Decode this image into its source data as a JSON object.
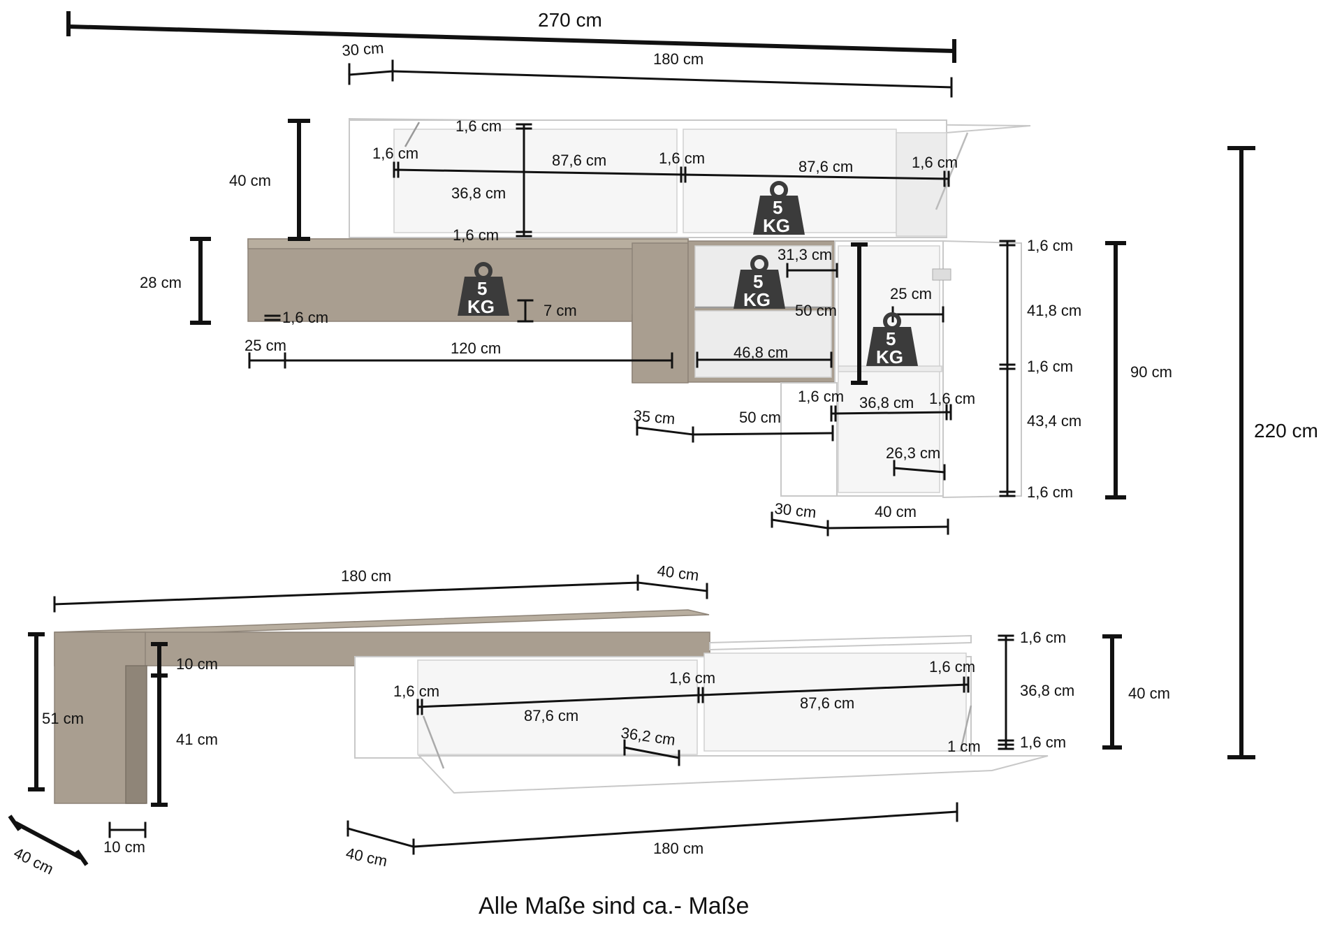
{
  "labels": {
    "w270": "270 cm",
    "w30_top": "30 cm",
    "w180_top": "180 cm",
    "h40_upper": "40 cm",
    "t16_a": "1,6 cm",
    "t16_b": "1,6 cm",
    "w876_a": "87,6 cm",
    "t16_c": "1,6 cm",
    "w876_b": "87,6 cm",
    "t16_d": "1,6 cm",
    "h368_upper": "36,8 cm",
    "t16_e": "1,6 cm",
    "h28": "28 cm",
    "t16_f": "1,6 cm",
    "h7": "7 cm",
    "w25_shelf": "25 cm",
    "w120": "120 cm",
    "w313": "31,3 cm",
    "h50": "50 cm",
    "w25_inner": "25 cm",
    "w468": "46,8 cm",
    "t16_g": "1,6 cm",
    "w368_mid": "36,8 cm",
    "t16_h": "1,6 cm",
    "w35": "35 cm",
    "w50": "50 cm",
    "w263": "26,3 cm",
    "w30_mid": "30 cm",
    "w40_mid": "40 cm",
    "r16_a": "1,6 cm",
    "r418": "41,8 cm",
    "r16_b": "1,6 cm",
    "r434": "43,4 cm",
    "r16_c": "1,6 cm",
    "h90": "90 cm",
    "h220": "220 cm",
    "w180_bench": "180 cm",
    "w40_bench": "40 cm",
    "h51": "51 cm",
    "h10": "10 cm",
    "h41": "41 cm",
    "b16_left": "1,6 cm",
    "b876_a": "87,6 cm",
    "b16_mid": "1,6 cm",
    "b876_b": "87,6 cm",
    "b16_right": "1,6 cm",
    "b362": "36,2 cm",
    "b1": "1 cm",
    "br16_a": "1,6 cm",
    "br368": "36,8 cm",
    "br16_b": "1,6 cm",
    "br40": "40 cm",
    "d40_left": "40 cm",
    "d10": "10 cm",
    "d40_bottom": "40 cm",
    "w180_bottom": "180 cm",
    "footer": "Alle Maße sind ca.- Maße"
  },
  "weights": {
    "num": "5",
    "unit": "KG"
  },
  "colors": {
    "line": "#111111",
    "oak": "#a99e90",
    "white_panel": "#ffffff",
    "weight_icon": "#3b3b3b"
  }
}
